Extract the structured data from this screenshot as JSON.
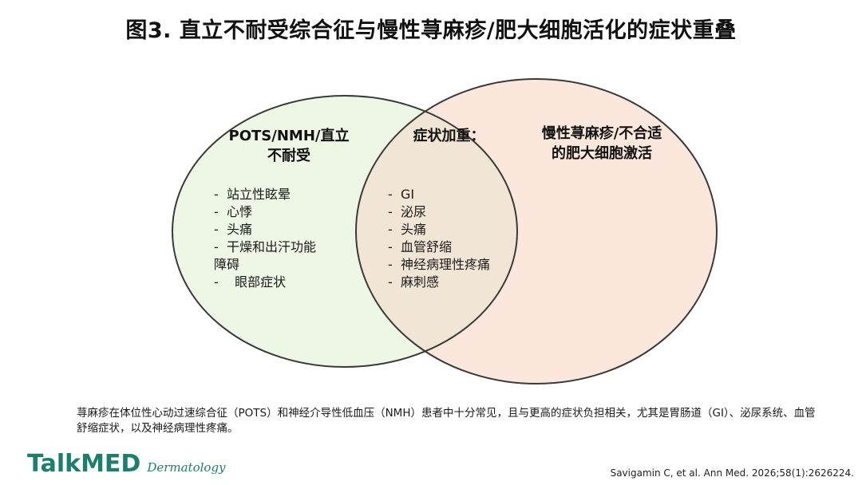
{
  "title": "图3. 直立不耐受综合征与慢性荨麻疹/肥大细胞活化的症状重叠",
  "colors": {
    "left_circle_fill": "#eef6e6",
    "right_circle_fill": "#fbe7dc",
    "overlap_fill": "#f1e6d6",
    "circle_stroke": "#3a3a3a",
    "logo": "#1f7d6e"
  },
  "venn": {
    "left": {
      "heading": [
        "POTS/NMH/直立",
        "不耐受"
      ],
      "items": [
        "-  站立性眩晕",
        "-  心悸",
        "-  头痛",
        "-  干燥和出汗功能",
        "障碍",
        "-    眼部症状"
      ]
    },
    "overlap": {
      "heading": "症状加重：",
      "items": [
        "-  GI",
        "-  泌尿",
        "-  头痛",
        "-  血管舒缩",
        "-  神经病理性疼痛",
        "-  麻刺感"
      ]
    },
    "right": {
      "heading": [
        "慢性荨麻疹/不合适",
        "的肥大细胞激活"
      ]
    }
  },
  "caption": "荨麻疹在体位性心动过速综合征（POTS）和神经介导性低血压（NMH）患者中十分常见，且与更高的症状负担相关，尤其是胃肠道（GI）、泌尿系统、血管舒缩症状，以及神经病理性疼痛。",
  "logo": {
    "main": "TalkMED",
    "sub": "Dermatology"
  },
  "citation": "Savigamin C, et al. Ann Med. 2026;58(1):2626224."
}
